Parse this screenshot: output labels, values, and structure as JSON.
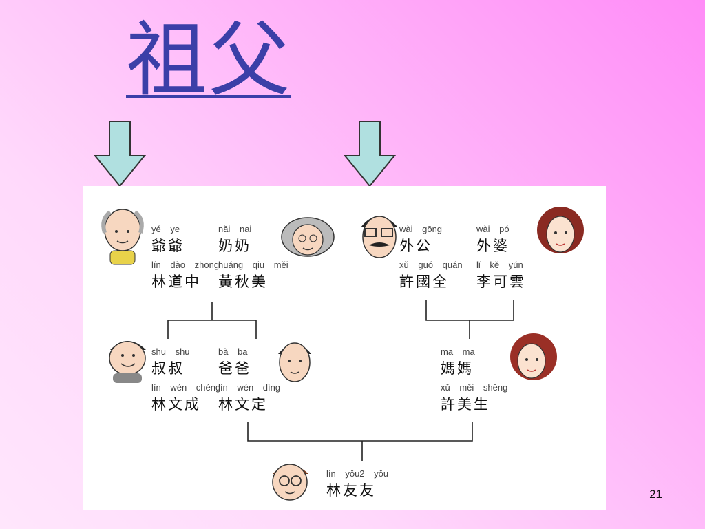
{
  "slide": {
    "title": "祖父",
    "page_number": "21"
  },
  "family": {
    "grandpa_paternal": {
      "pinyin": "yé ye",
      "hanzi": "爺爺",
      "name_pinyin": "lín dào zhōng",
      "name": "林道中"
    },
    "grandma_paternal": {
      "pinyin": "nǎi nai",
      "hanzi": "奶奶",
      "name_pinyin": "huáng qiū měi",
      "name": "黃秋美"
    },
    "grandpa_maternal": {
      "pinyin": "wài gōng",
      "hanzi": "外公",
      "name_pinyin": "xǔ guó quán",
      "name": "許國全"
    },
    "grandma_maternal": {
      "pinyin": "wài pó",
      "hanzi": "外婆",
      "name_pinyin": "lǐ kě yún",
      "name": "李可雲"
    },
    "uncle": {
      "pinyin": "shū shu",
      "hanzi": "叔叔",
      "name_pinyin": "lín wén chéng",
      "name": "林文成"
    },
    "father": {
      "pinyin": "bà ba",
      "hanzi": "爸爸",
      "name_pinyin": "lín wén dìng",
      "name": "林文定"
    },
    "mother": {
      "pinyin": "mā ma",
      "hanzi": "媽媽",
      "name_pinyin": "xǔ měi shēng",
      "name": "許美生"
    },
    "child": {
      "pinyin": "lín yǒu2 yǒu",
      "name": "林友友"
    }
  },
  "colors": {
    "title": "#3b3fa8",
    "arrow_fill": "#b0e0e0",
    "arrow_stroke": "#333333"
  }
}
